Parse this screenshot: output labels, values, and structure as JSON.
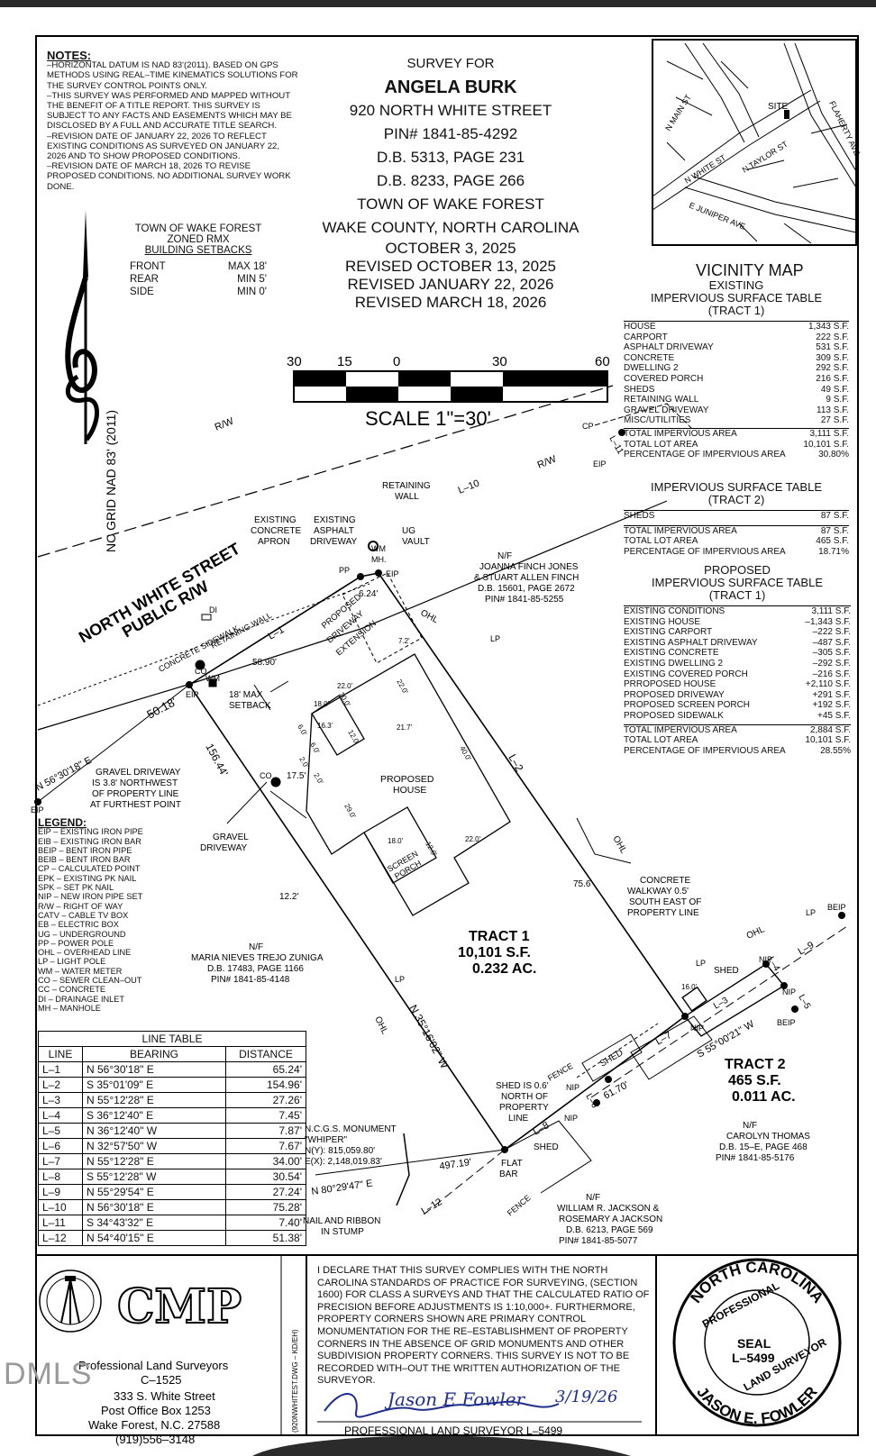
{
  "notes": {
    "heading": "NOTES:",
    "lines": [
      "–HORIZONTAL DATUM IS NAD 83'(2011). BASED ON GPS",
      "METHODS USING REAL–TIME KINEMATICS SOLUTIONS FOR",
      "THE SURVEY CONTROL POINTS ONLY.",
      "–THIS SURVEY WAS PERFORMED AND MAPPED WITHOUT",
      "THE BENEFIT OF A TITLE REPORT. THIS SURVEY IS",
      "SUBJECT TO ANY FACTS AND EASEMENTS WHICH MAY BE",
      "DISCLOSED BY A FULL AND ACCURATE TITLE SEARCH.",
      "–REVISION DATE OF JANUARY 22, 2026 TO REFLECT",
      "EXISTING CONDITIONS AS SURVEYED ON JANUARY 22,",
      "2026 AND TO SHOW PROPOSED CONDITIONS.",
      "–REVISION DATE OF MARCH 18, 2026 TO REVISE",
      "PROPOSED CONDITIONS. NO ADDITIONAL SURVEY WORK",
      "DONE."
    ]
  },
  "title": {
    "survey_for": "SURVEY FOR",
    "owner": "ANGELA BURK",
    "address": "920 NORTH WHITE STREET",
    "pin": "PIN# 1841-85-4292",
    "db1": "D.B. 5313, PAGE 231",
    "db2": "D.B. 8233, PAGE 266",
    "town": "TOWN OF WAKE FOREST",
    "county": "WAKE COUNTY, NORTH CAROLINA",
    "date": "OCTOBER 3, 2025",
    "rev1": "REVISED OCTOBER 13, 2025",
    "rev2": "REVISED JANUARY 22, 2026",
    "rev3": "REVISED MARCH 18, 2026"
  },
  "setbacks": {
    "l1": "TOWN OF WAKE FOREST",
    "l2": "ZONED RMX",
    "l3": "BUILDING SETBACKS",
    "rows": [
      [
        "FRONT",
        "MAX 18'"
      ],
      [
        "REAR",
        "MIN 5'"
      ],
      [
        "SIDE",
        "MIN 0'"
      ]
    ]
  },
  "scale": {
    "ticks": [
      "30",
      "15",
      "0",
      "30",
      "60"
    ],
    "label": "SCALE   1\"=30'"
  },
  "north": "NC GRID NAD 83' (2011)",
  "vicinity": {
    "label": "VICINITY MAP",
    "streets": [
      "N MAIN ST",
      "N WHITE ST",
      "N TAYLOR ST",
      "FLAHERTY AVE",
      "E JUNIPER AVE"
    ],
    "site": "SITE"
  },
  "existing_table": {
    "t1": "EXISTING",
    "t2": "IMPERVIOUS SURFACE TABLE",
    "t3": "(TRACT 1)",
    "rows": [
      [
        "HOUSE",
        "1,343 S.F."
      ],
      [
        "CARPORT",
        "222 S.F."
      ],
      [
        "ASPHALT DRIVEWAY",
        "531 S.F."
      ],
      [
        "CONCRETE",
        "309 S.F."
      ],
      [
        "DWELLING 2",
        "292 S.F."
      ],
      [
        "COVERED PORCH",
        "216 S.F."
      ],
      [
        "SHEDS",
        "49 S.F."
      ],
      [
        "RETAINING WALL",
        "9 S.F."
      ],
      [
        "GRAVEL DRIVEWAY",
        "113 S.F."
      ],
      [
        "MISC/UTILITIES",
        "27 S.F."
      ]
    ],
    "totals": [
      [
        "TOTAL IMPERVIOUS AREA",
        "3,111 S.F."
      ],
      [
        "TOTAL LOT AREA",
        "10,101 S.F."
      ],
      [
        "PERCENTAGE OF IMPERVIOUS AREA",
        "30.80%"
      ]
    ]
  },
  "tract2_table": {
    "t1": "IMPERVIOUS SURFACE TABLE",
    "t2": "(TRACT 2)",
    "rows": [
      [
        "SHEDS",
        "87 S.F."
      ]
    ],
    "totals": [
      [
        "TOTAL IMPERVIOUS AREA",
        "87 S.F."
      ],
      [
        "TOTAL LOT AREA",
        "465 S.F."
      ],
      [
        "PERCENTAGE OF IMPERVIOUS AREA",
        "18.71%"
      ]
    ]
  },
  "proposed_table": {
    "t1": "PROPOSED",
    "t2": "IMPERVIOUS SURFACE TABLE",
    "t3": "(TRACT 1)",
    "rows": [
      [
        "EXISTING CONDITIONS",
        "3,111 S.F."
      ],
      [
        "EXISTING HOUSE",
        "–1,343 S.F."
      ],
      [
        "EXISTING CARPORT",
        "–222 S.F."
      ],
      [
        "EXISTING ASPHALT DRIVEWAY",
        "–487 S.F."
      ],
      [
        "EXISTING CONCRETE",
        "–305 S.F."
      ],
      [
        "EXISTING DWELLING 2",
        "–292 S.F."
      ],
      [
        "EXISTING COVERED PORCH",
        "–216 S.F."
      ],
      [
        "PRROPOSED HOUSE",
        "+2,110 S.F."
      ],
      [
        "PROPOSED DRIVEWAY",
        "+291 S.F."
      ],
      [
        "PROPOSED SCREEN PORCH",
        "+192 S.F."
      ],
      [
        "PROPOSED SIDEWALK",
        "+45 S.F."
      ]
    ],
    "totals": [
      [
        "TOTAL IMPERVIOUS AREA",
        "2,884 S.F."
      ],
      [
        "TOTAL LOT AREA",
        "10,101 S.F."
      ],
      [
        "PERCENTAGE OF IMPERVIOUS AREA",
        "28.55%"
      ]
    ]
  },
  "plan": {
    "street1": "NORTH WHITE STREET",
    "street2": "PUBLIC R/W",
    "rw": "R/W",
    "tract1": "TRACT 1",
    "tract1_sf": "10,101 S.F.",
    "tract1_ac": "0.232 AC.",
    "tract2": "TRACT 2",
    "tract2_sf": "465 S.F.",
    "tract2_ac": "0.011 AC.",
    "house1": "PROPOSED",
    "house2": "HOUSE",
    "porch1": "SCREEN",
    "porch2": "PORCH",
    "drive1": "PROPOSED",
    "drive2": "DRIVEWAY",
    "drive3": "EXTENSION",
    "setback1": "18' MAX",
    "setback2": "SETBACK",
    "sidewalk": "CONCRETE SIDEWALK",
    "retwall": "RETAINING WALL",
    "apron1": "EXISTING",
    "apron2": "CONCRETE",
    "apron3": "APRON",
    "asph1": "EXISTING",
    "asph2": "ASPHALT",
    "asph3": "DRIVEWAY",
    "retwall_top1": "RETAINING",
    "retwall_top2": "WALL",
    "ugvault1": "UG",
    "ugvault2": "VAULT",
    "adj_n1": "N/F",
    "adj_n2": "JOANNA FINCH JONES",
    "adj_n3": "& STUART ALLEN FINCH",
    "adj_n4": "D.B. 15601, PAGE 2672",
    "adj_n5": "PIN# 1841-85-5255",
    "adj_w1": "N/F",
    "adj_w2": "MARIA NIEVES TREJO ZUNIGA",
    "adj_w3": "D.B. 17483, PAGE 1166",
    "adj_w4": "PIN# 1841-85-4148",
    "adj_s1": "N/F",
    "adj_s2": "WILLIAM R. JACKSON &",
    "adj_s3": "ROSEMARY A JACKSON",
    "adj_s4": "D.B. 6213, PAGE 569",
    "adj_s5": "PIN# 1841-85-5077",
    "adj_e1": "N/F",
    "adj_e2": "CAROLYN THOMAS",
    "adj_e3": "D.B. 15–E, PAGE 468",
    "adj_e4": "PIN# 1841-85-5176",
    "gravel1": "GRAVEL DRIVEWAY",
    "gravel2": "IS 3.8' NORTHWEST",
    "gravel3": "OF PROPERTY LINE",
    "gravel4": "AT FURTHEST POINT",
    "gravel_b1": "GRAVEL",
    "gravel_b2": "DRIVEWAY",
    "walk1": "CONCRETE",
    "walk2": "WALKWAY 0.5'",
    "walk3": "SOUTH EAST OF",
    "walk4": "PROPERTY LINE",
    "shed_n1": "SHED IS 0.6'",
    "shed_n2": "NORTH OF",
    "shed_n3": "PROPERTY",
    "shed_n4": "LINE",
    "mon1": "N.C.G.S. MONUMENT",
    "mon2": "\"WHIPER\"",
    "mon3": "N(Y): 815,059.80'",
    "mon4": "E(X): 2,148,019.83'",
    "tie_bearing": "N 80°29'47\" E",
    "tie_dist": "497.19'",
    "nail1": "NAIL AND RIBBON",
    "nail2": "IN STUMP",
    "flatbar1": "FLAT",
    "flatbar2": "BAR",
    "brg_front": "N 56°30'18\" E",
    "dist_front": "50.18'",
    "brg_side": "N 35°16'02\" W",
    "dist_side": "156.44'",
    "d5890": "58.90'",
    "d175": "17.5'",
    "d624": "6.24'",
    "d756": "75.6'",
    "d122": "12.2'",
    "d6170": "61.70'",
    "s55": "S 55°00'21\" W",
    "shed": "SHED",
    "fence": "FENCE",
    "ohl": "OHL",
    "lp": "LP",
    "eip": "EIP",
    "nip": "NIP",
    "cp": "CP",
    "beip": "BEIP",
    "wm": "WM",
    "co": "CO",
    "di": "DI",
    "mh": "MH.",
    "pp": "PP",
    "l1": "L–1",
    "l2": "L–2",
    "l3": "L–3",
    "l4": "L–4",
    "l5": "L–5",
    "l6": "L–6",
    "l7": "L–7",
    "l8": "L–8",
    "l9": "L–9",
    "l10": "L–10",
    "l11": "L–11",
    "l12": "L–12",
    "dims": [
      "22.0'",
      "22.0'",
      "18.0'",
      "16.3'",
      "12.0'",
      "21.7'",
      "40.0'",
      "29.0'",
      "18.0'",
      "12.0'",
      "22.0'",
      "7.2'",
      "10.0'",
      "6.0'",
      "6.0'",
      "2.0'",
      "2.0'",
      "16.0'"
    ]
  },
  "legend": {
    "heading": "LEGEND:",
    "items": [
      "EIP – EXISTING IRON PIPE",
      "EIB – EXISTING IRON BAR",
      "BEIP – BENT IRON PIPE",
      "BEIB – BENT IRON BAR",
      "CP – CALCULATED POINT",
      "EPK – EXISTING PK NAIL",
      "SPK – SET PK NAIL",
      "NIP – NEW IRON PIPE SET",
      "R/W – RIGHT OF WAY",
      "CATV – CABLE TV BOX",
      "EB – ELECTRIC BOX",
      "UG – UNDERGROUND",
      "PP – POWER POLE",
      "OHL – OVERHEAD LINE",
      "LP – LIGHT POLE",
      "WM – WATER METER",
      "CO – SEWER CLEAN–OUT",
      "CC – CONCRETE",
      "DI – DRAINAGE INLET",
      "MH – MANHOLE"
    ]
  },
  "line_table": {
    "title": "LINE TABLE",
    "headers": [
      "LINE",
      "BEARING",
      "DISTANCE"
    ],
    "rows": [
      [
        "L–1",
        "N 56°30'18\" E",
        "65.24'"
      ],
      [
        "L–2",
        "S 35°01'09\" E",
        "154.96'"
      ],
      [
        "L–3",
        "N 55°12'28\" E",
        "27.26'"
      ],
      [
        "L–4",
        "S 36°12'40\" E",
        "7.45'"
      ],
      [
        "L–5",
        "N 36°12'40\" W",
        "7.87'"
      ],
      [
        "L–6",
        "N 32°57'50\" W",
        "7.67'"
      ],
      [
        "L–7",
        "N 55°12'28\" E",
        "34.00'"
      ],
      [
        "L–8",
        "S 55°12'28\" W",
        "30.54'"
      ],
      [
        "L–9",
        "N 55°29'54\" E",
        "27.24'"
      ],
      [
        "L–10",
        "N 56°30'18\" E",
        "75.28'"
      ],
      [
        "L–11",
        "S 34°43'32\" E",
        "7.40'"
      ],
      [
        "L–12",
        "N 54°40'15\" E",
        "51.38'"
      ]
    ]
  },
  "company": {
    "logo": "CMP",
    "subtitle": "Professional Land Surveyors",
    "license": "C–1525",
    "addr1": "333 S. White Street",
    "addr2": "Post Office Box 1253",
    "addr3": "Wake Forest, N.C. 27588",
    "phone": "(919)556–3148",
    "file": "(920NWHITEST.DWG – KD/EH)"
  },
  "certification": {
    "text": "I DECLARE THAT THIS SURVEY COMPLIES WITH THE NORTH CAROLINA STANDARDS OF PRACTICE FOR SURVEYING, (SECTION 1600) FOR CLASS A SURVEYS AND THAT THE CALCULATED RATIO OF PRECISION BEFORE ADJUSTMENTS IS 1:10,000+. FURTHERMORE, PROPERTY CORNERS SHOWN ARE PRIMARY CONTROL MONUMENTATION FOR THE RE–ESTABLISHMENT OF PROPERTY CORNERS IN THE ABSENCE OF GRID MONUMENTS AND OTHER SUBDIVISION PROPERTY CORNERS. THIS SURVEY IS NOT TO BE RECORDED WITH–OUT THE WRITTEN AUTHORIZATION OF THE SURVEYOR.",
    "signature": "Jason E Fowler",
    "sig_date": "3/19/26",
    "footer": "PROFESSIONAL LAND SURVEYOR   L–5499"
  },
  "seal": {
    "top": "NORTH CAROLINA",
    "mid": "PROFESSIONAL",
    "seal1": "SEAL",
    "seal2": "L–5499",
    "lower": "LAND SURVEYOR",
    "name": "JASON E. FOWLER"
  },
  "watermark": "DMLS"
}
